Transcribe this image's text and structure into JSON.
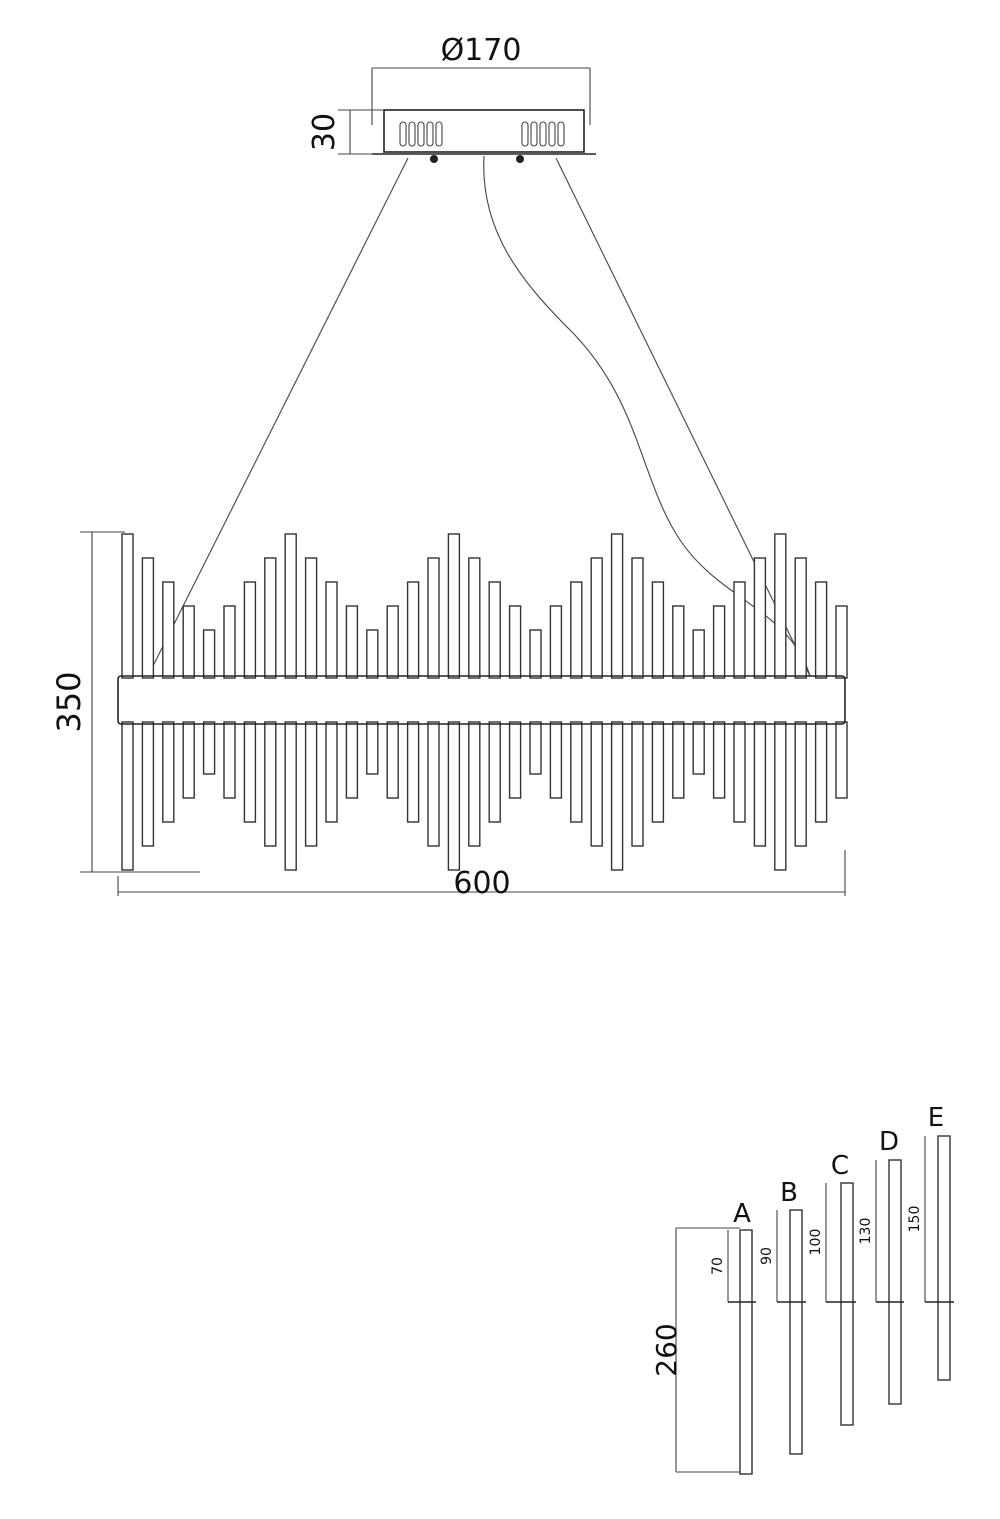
{
  "dimensions": {
    "canopy_diameter": "Ø170",
    "canopy_height": "30",
    "fixture_height": "350",
    "fixture_width": "600",
    "rod_total": "260"
  },
  "rods": [
    {
      "letter": "A",
      "length_label": "70"
    },
    {
      "letter": "B",
      "length_label": "90"
    },
    {
      "letter": "C",
      "length_label": "100"
    },
    {
      "letter": "D",
      "length_label": "130"
    },
    {
      "letter": "E",
      "length_label": "150"
    }
  ]
}
